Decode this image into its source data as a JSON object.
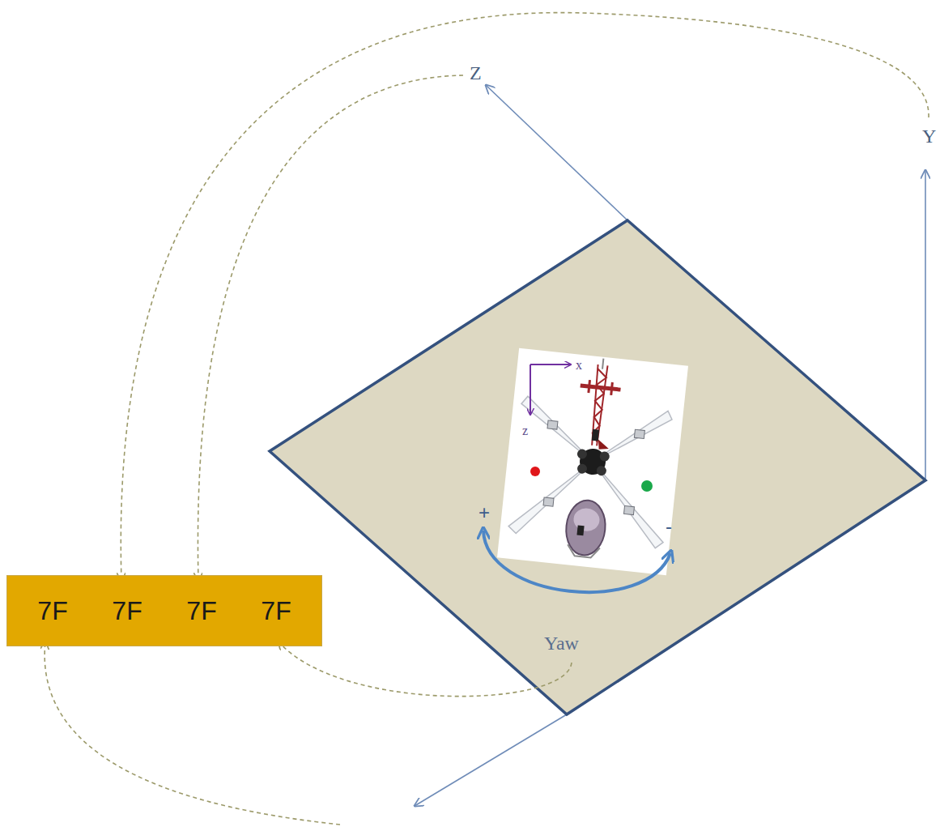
{
  "diagram": {
    "nodes": [
      {
        "text": [
          "7F",
          "7F",
          "7F",
          "7F"
        ]
      }
    ],
    "labels": [
      "Z",
      "Y",
      "x",
      "z",
      "+",
      "-",
      "Yaw"
    ]
  }
}
